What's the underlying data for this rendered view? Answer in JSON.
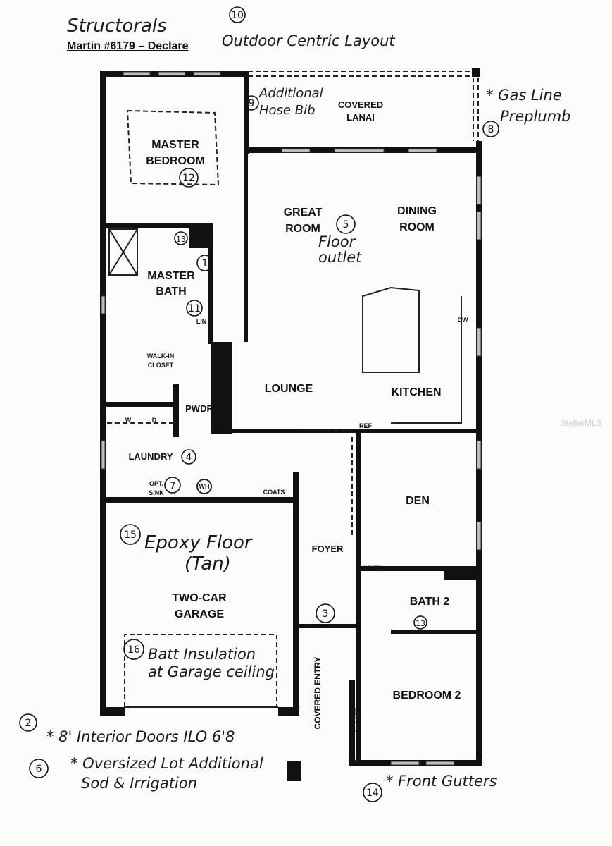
{
  "header": {
    "title_handwritten": "Structorals",
    "plan_name": "Martin #6179 – Declare",
    "note_10": {
      "num": "10",
      "text": "Outdoor Centric Layout"
    }
  },
  "rooms": {
    "covered_lanai": [
      "COVERED",
      "LANAI"
    ],
    "master_bedroom": [
      "MASTER",
      "BEDROOM"
    ],
    "great_room": [
      "GREAT",
      "ROOM"
    ],
    "dining_room": [
      "DINING",
      "ROOM"
    ],
    "master_bath": [
      "MASTER",
      "BATH"
    ],
    "walk_in_closet": [
      "WALK-IN",
      "CLOSET"
    ],
    "lounge": "LOUNGE",
    "kitchen": "KITCHEN",
    "pwdr": "PWDR",
    "laundry": "LAUNDRY",
    "den": "DEN",
    "foyer": "FOYER",
    "bath_2": "BATH 2",
    "two_car_garage": [
      "TWO-CAR",
      "GARAGE"
    ],
    "covered_entry": "COVERED ENTRY",
    "bedroom_2": "BEDROOM 2"
  },
  "fixtures": {
    "lin": "LIN",
    "dw": "DW",
    "ref": "REF",
    "washer": "W",
    "dryer": "D",
    "opt_sink": [
      "OPT.",
      "SINK"
    ],
    "wh": "WH",
    "coats": "COATS",
    "linen": "LINEN",
    "closet": "CLOSET"
  },
  "annotations": {
    "n1": "1",
    "n3": "3",
    "n4": "4",
    "n5": {
      "num": "5",
      "text": [
        "Floor",
        "outlet"
      ]
    },
    "n7": "7",
    "n8": {
      "num": "8",
      "text": [
        "* Gas Line",
        "Preplumb"
      ]
    },
    "n9": {
      "num": "9",
      "text": [
        "Additional",
        "Hose Bib"
      ]
    },
    "n11": "11",
    "n12": "12",
    "n13a": "13",
    "n13b": "13",
    "n15": {
      "num": "15",
      "text": [
        "Epoxy Floor",
        "(Tan)"
      ]
    },
    "n16": {
      "num": "16",
      "text": [
        "Batt Insulation",
        "at Garage ceiling"
      ]
    },
    "n2": {
      "num": "2",
      "text": "* 8' Interior Doors ILO 6'8"
    },
    "n6": {
      "num": "6",
      "text": [
        "* Oversized Lot Additional",
        "Sod & Irrigation"
      ]
    },
    "n14": {
      "num": "14",
      "text": "* Front Gutters"
    }
  },
  "watermark": "StellarMLS"
}
